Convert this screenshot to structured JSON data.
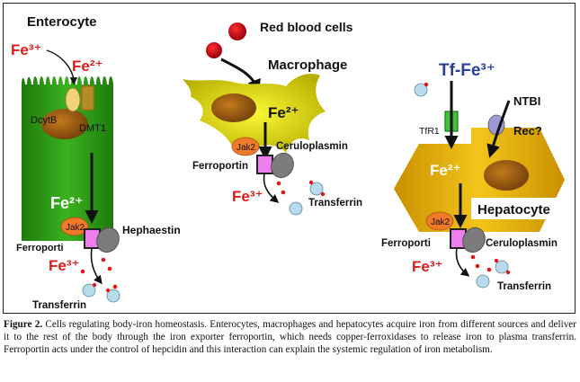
{
  "enterocyte": {
    "title": "Enterocyte",
    "fe3_top": "Fe³⁺",
    "fe2_top": "Fe²⁺",
    "dcytb": "DcytB",
    "dmt1": "DMT1",
    "fe2_inner": "Fe²⁺",
    "jak2": "Jak2",
    "ferroportin": "Ferroporti",
    "hephaestin": "Hephaestin",
    "fe3_out": "Fe³⁺",
    "transferrin": "Transferrin"
  },
  "macrophage": {
    "red_blood_cells": "Red blood cells",
    "title": "Macrophage",
    "fe2": "Fe²⁺",
    "jak2": "Jak2",
    "ceruloplasmin": "Ceruloplasmin",
    "ferroportin": "Ferroportin",
    "fe3_out": "Fe³⁺",
    "transferrin": "Transferrin"
  },
  "hepatocyte": {
    "tf_fe3": "Tf-Fe³⁺",
    "ntbi": "NTBI",
    "tfr1": "TfR1",
    "rec": "Rec?",
    "fe2": "Fe²⁺",
    "title": "Hepatocyte",
    "jak2": "Jak2",
    "ferroportin": "Ferroporti",
    "ceruloplasmin": "Ceruloplasmin",
    "fe3_out": "Fe³⁺",
    "transferrin": "Transferrin"
  },
  "caption": {
    "lead": "Figure 2.",
    "text": " Cells regulating body-iron homeostasis. Enterocytes, macrophages and hepatocytes acquire iron from different sources and deliver it to the rest of the body through the iron exporter ferroportin, which needs copper-ferroxidases to release iron to plasma transferrin. Ferroportin acts under the control of hepcidin and this interaction can explain the systemic regulation of iron metabolism."
  },
  "colors": {
    "enterocyte_green": "#2f9a18",
    "macrophage_yellow": "#d6d200",
    "hepatocyte_gold": "#e0b000",
    "nucleus_brown": "#9a5a12",
    "red_cell": "#d0101a",
    "jak2_orange": "#f07a28",
    "ferroportin_pink": "#ee7eee",
    "partner_grey": "#7b7b7b",
    "transferrin_blue": "#b8dcec",
    "iron_red": "#e11919",
    "tf_blue": "#2a3f9e"
  }
}
